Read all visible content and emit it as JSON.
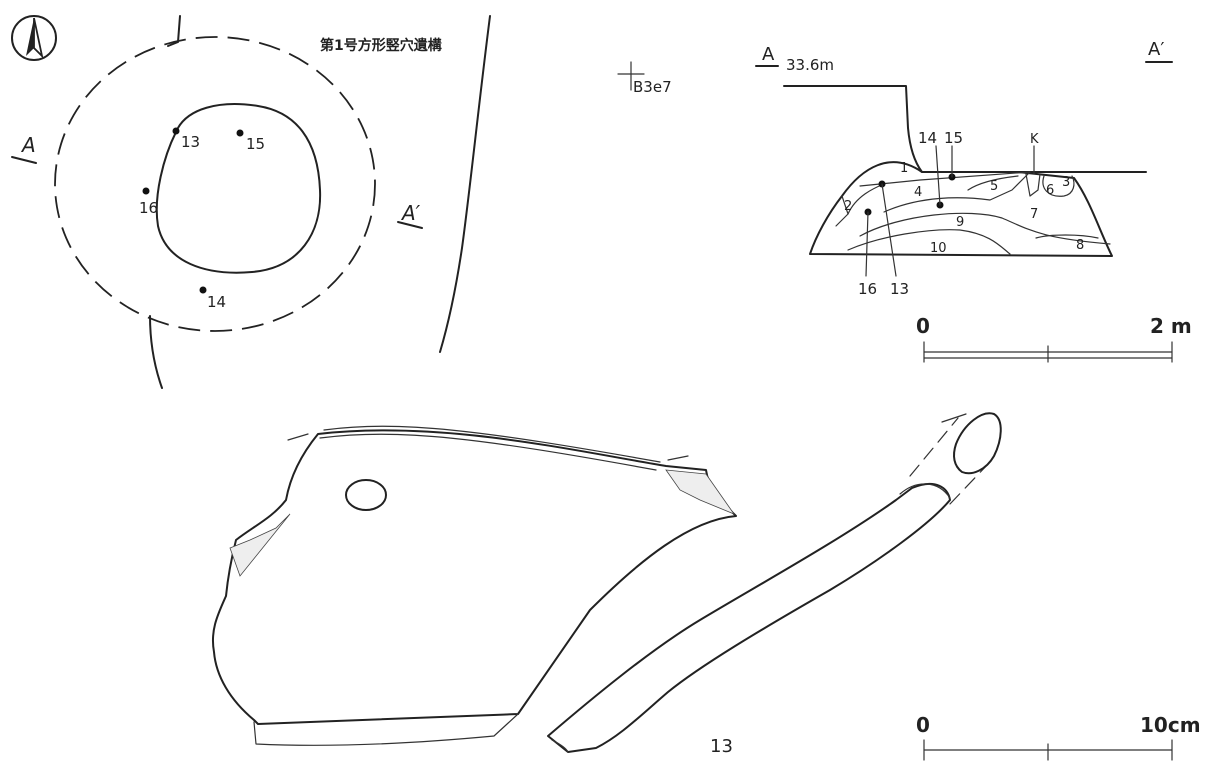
{
  "plan": {
    "title": "第1号方形竪穴遺構",
    "grid_ref": "B3e7",
    "section_start": "A",
    "section_end": "A′",
    "points": [
      "13",
      "15",
      "16",
      "14"
    ]
  },
  "section": {
    "label_a": "A",
    "elevation": "33.6m",
    "label_a_prime": "A′",
    "k_label": "K",
    "point_labels": [
      "14",
      "15",
      "16",
      "13"
    ],
    "layers": [
      "1",
      "2",
      "3",
      "4",
      "5",
      "6",
      "7",
      "8",
      "9",
      "10"
    ]
  },
  "scale_site": {
    "start": "0",
    "end": "2 m"
  },
  "artifact": {
    "number": "13"
  },
  "scale_artifact": {
    "start": "0",
    "end": "10cm"
  }
}
